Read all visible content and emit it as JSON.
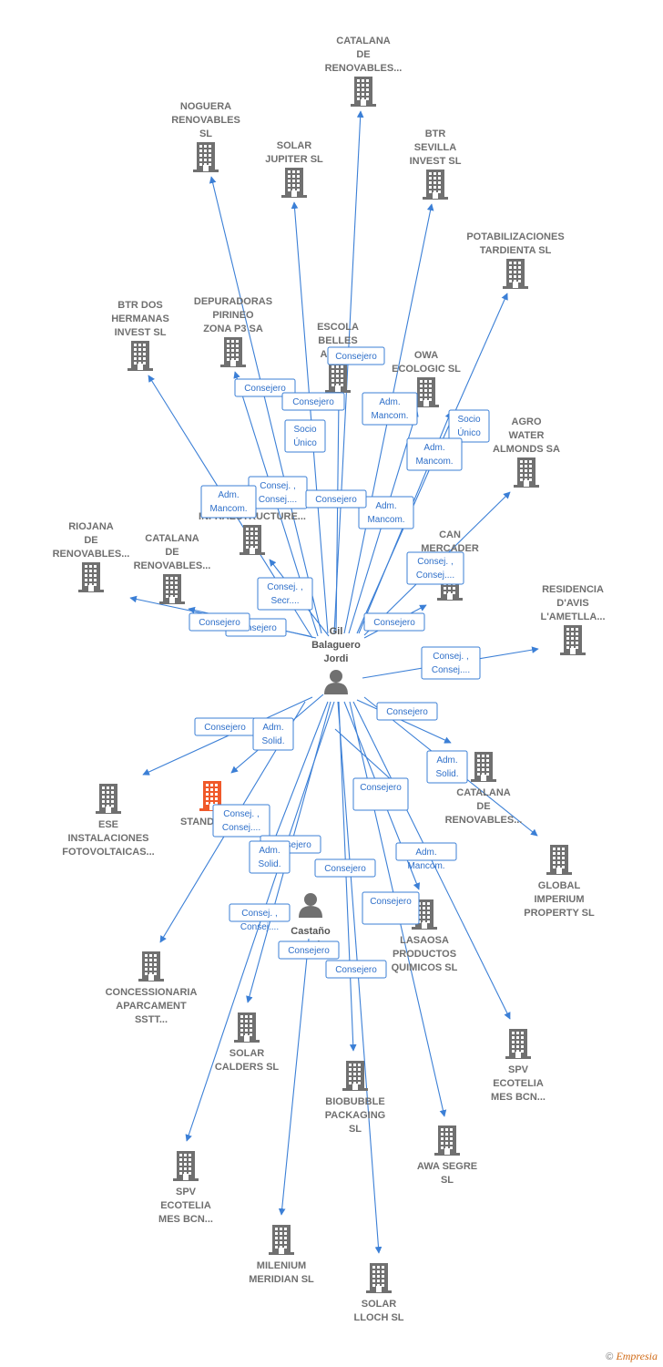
{
  "colors": {
    "edge": "#3b7fd6",
    "company": "#707070",
    "highlight": "#f0592a",
    "person": "#707070",
    "label": "#6f6f6f"
  },
  "people": [
    {
      "id": "gil",
      "lines": [
        "Gil",
        "Balaguero",
        "Jordi"
      ]
    },
    {
      "id": "castano",
      "lines": [
        "Castaño",
        "Gonzalo..."
      ]
    }
  ],
  "companies": [
    {
      "id": "catalana_top",
      "lines": [
        "CATALANA",
        "DE",
        "RENOVABLES..."
      ]
    },
    {
      "id": "noguera",
      "lines": [
        "NOGUERA",
        "RENOVABLES",
        "SL"
      ]
    },
    {
      "id": "solar_jupiter",
      "lines": [
        "SOLAR",
        "JUPITER  SL"
      ]
    },
    {
      "id": "btr_sevilla",
      "lines": [
        "BTR",
        "SEVILLA",
        "INVEST  SL"
      ]
    },
    {
      "id": "potabilizaciones",
      "lines": [
        "POTABILIZACIONES",
        "TARDIENTA  SL"
      ]
    },
    {
      "id": "btr_dos",
      "lines": [
        "BTR DOS",
        "HERMANAS",
        "INVEST  SL"
      ]
    },
    {
      "id": "depuradoras",
      "lines": [
        "DEPURADORAS",
        "PIRINEO",
        "ZONA P3  SA"
      ]
    },
    {
      "id": "escola",
      "lines": [
        "ESCOLA",
        "BELLES",
        "ARTS..."
      ]
    },
    {
      "id": "owa",
      "lines": [
        "OWA",
        "ECOLOGIC  SL"
      ]
    },
    {
      "id": "agro",
      "lines": [
        "AGRO",
        "WATER",
        "ALMONDS SA"
      ]
    },
    {
      "id": "rubi",
      "lines": [
        "RUBI",
        "INFRAESTRUCTURE..."
      ]
    },
    {
      "id": "riojana",
      "lines": [
        "RIOJANA",
        "DE",
        "RENOVABLES..."
      ]
    },
    {
      "id": "catalana_left",
      "lines": [
        "CATALANA",
        "DE",
        "RENOVABLES..."
      ]
    },
    {
      "id": "can_mercader",
      "lines": [
        "CAN",
        "MERCADER",
        "SL"
      ]
    },
    {
      "id": "residencia",
      "lines": [
        "RESIDENCIA",
        "D'AVIS",
        "L'AMETLLA..."
      ]
    },
    {
      "id": "ese",
      "lines": [
        "ESE",
        "INSTALACIONES",
        "FOTOVOLTAICAS..."
      ]
    },
    {
      "id": "standard",
      "lines": [
        "STANDARD..."
      ]
    },
    {
      "id": "catalana_right",
      "lines": [
        "CATALANA",
        "DE",
        "RENOVABLES..."
      ]
    },
    {
      "id": "global",
      "lines": [
        "GLOBAL",
        "IMPERIUM",
        "PROPERTY  SL"
      ]
    },
    {
      "id": "concessionaria",
      "lines": [
        "CONCESSIONARIA",
        "APARCAMENT",
        "SSTT..."
      ]
    },
    {
      "id": "lasaosa",
      "lines": [
        "LASAOSA",
        "PRODUCTOS",
        "QUIMICOS SL"
      ]
    },
    {
      "id": "solar_calders",
      "lines": [
        "SOLAR",
        "CALDERS  SL"
      ]
    },
    {
      "id": "biobubble",
      "lines": [
        "BIOBUBBLE",
        "PACKAGING",
        "SL"
      ]
    },
    {
      "id": "spv_right",
      "lines": [
        "SPV",
        "ECOTELIA",
        "MES BCN..."
      ]
    },
    {
      "id": "awa",
      "lines": [
        "AWA SEGRE",
        "SL"
      ]
    },
    {
      "id": "spv_left",
      "lines": [
        "SPV",
        "ECOTELIA",
        "MES BCN..."
      ]
    },
    {
      "id": "milenium",
      "lines": [
        "MILENIUM",
        "MERIDIAN SL"
      ]
    },
    {
      "id": "solar_lloch",
      "lines": [
        "SOLAR",
        "LLOCH  SL"
      ]
    }
  ],
  "relations": [
    {
      "id": "r1",
      "lines": [
        "Consejero"
      ]
    },
    {
      "id": "r2",
      "lines": [
        "Consejero"
      ]
    },
    {
      "id": "r3",
      "lines": [
        "Consejero"
      ]
    },
    {
      "id": "r4",
      "lines": [
        "Adm.",
        "Mancom."
      ]
    },
    {
      "id": "r5",
      "lines": [
        "Socio",
        "Único"
      ]
    },
    {
      "id": "r6",
      "lines": [
        "Socio",
        "Único"
      ]
    },
    {
      "id": "r7",
      "lines": [
        "Adm.",
        "Mancom."
      ]
    },
    {
      "id": "r8",
      "lines": [
        "Adm.",
        "Mancom."
      ]
    },
    {
      "id": "r9",
      "lines": [
        "Consej. ,",
        "Consej...."
      ]
    },
    {
      "id": "r10",
      "lines": [
        "Consejero"
      ]
    },
    {
      "id": "r11",
      "lines": [
        "Adm.",
        "Mancom."
      ]
    },
    {
      "id": "r12",
      "lines": [
        "Consej. ,",
        "Consej...."
      ]
    },
    {
      "id": "r13",
      "lines": [
        "Consej. ,",
        "Secr...."
      ]
    },
    {
      "id": "r14",
      "lines": [
        "Consejero"
      ]
    },
    {
      "id": "r15",
      "lines": [
        "Consejero"
      ]
    },
    {
      "id": "r16",
      "lines": [
        "Consejero"
      ]
    },
    {
      "id": "r17",
      "lines": [
        "Consej. ,",
        "Consej...."
      ]
    },
    {
      "id": "r18",
      "lines": [
        "Consejero"
      ]
    },
    {
      "id": "r19",
      "lines": [
        "Adm.",
        "Solid."
      ]
    },
    {
      "id": "r20",
      "lines": [
        "Consejero"
      ]
    },
    {
      "id": "r21",
      "lines": [
        "Adm.",
        "Solid."
      ]
    },
    {
      "id": "r22",
      "lines": [
        "Consej. ,",
        "Consej...."
      ]
    },
    {
      "id": "r23",
      "lines": [
        "Consejero"
      ]
    },
    {
      "id": "r24",
      "lines": [
        "Adm.",
        "Solid."
      ]
    },
    {
      "id": "r25",
      "lines": [
        "Consejero"
      ]
    },
    {
      "id": "r26",
      "lines": [
        "Adm.",
        "Mancom."
      ]
    },
    {
      "id": "r27",
      "lines": [
        "Consejero"
      ]
    },
    {
      "id": "r28",
      "lines": [
        "Consejero"
      ]
    },
    {
      "id": "r29",
      "lines": [
        "Consej. ,",
        "Consej...."
      ]
    },
    {
      "id": "r30",
      "lines": [
        "Consejero"
      ]
    },
    {
      "id": "r31",
      "lines": [
        "Consejero"
      ]
    }
  ],
  "footer": {
    "copyright": "©",
    "brand": "Empresia"
  }
}
